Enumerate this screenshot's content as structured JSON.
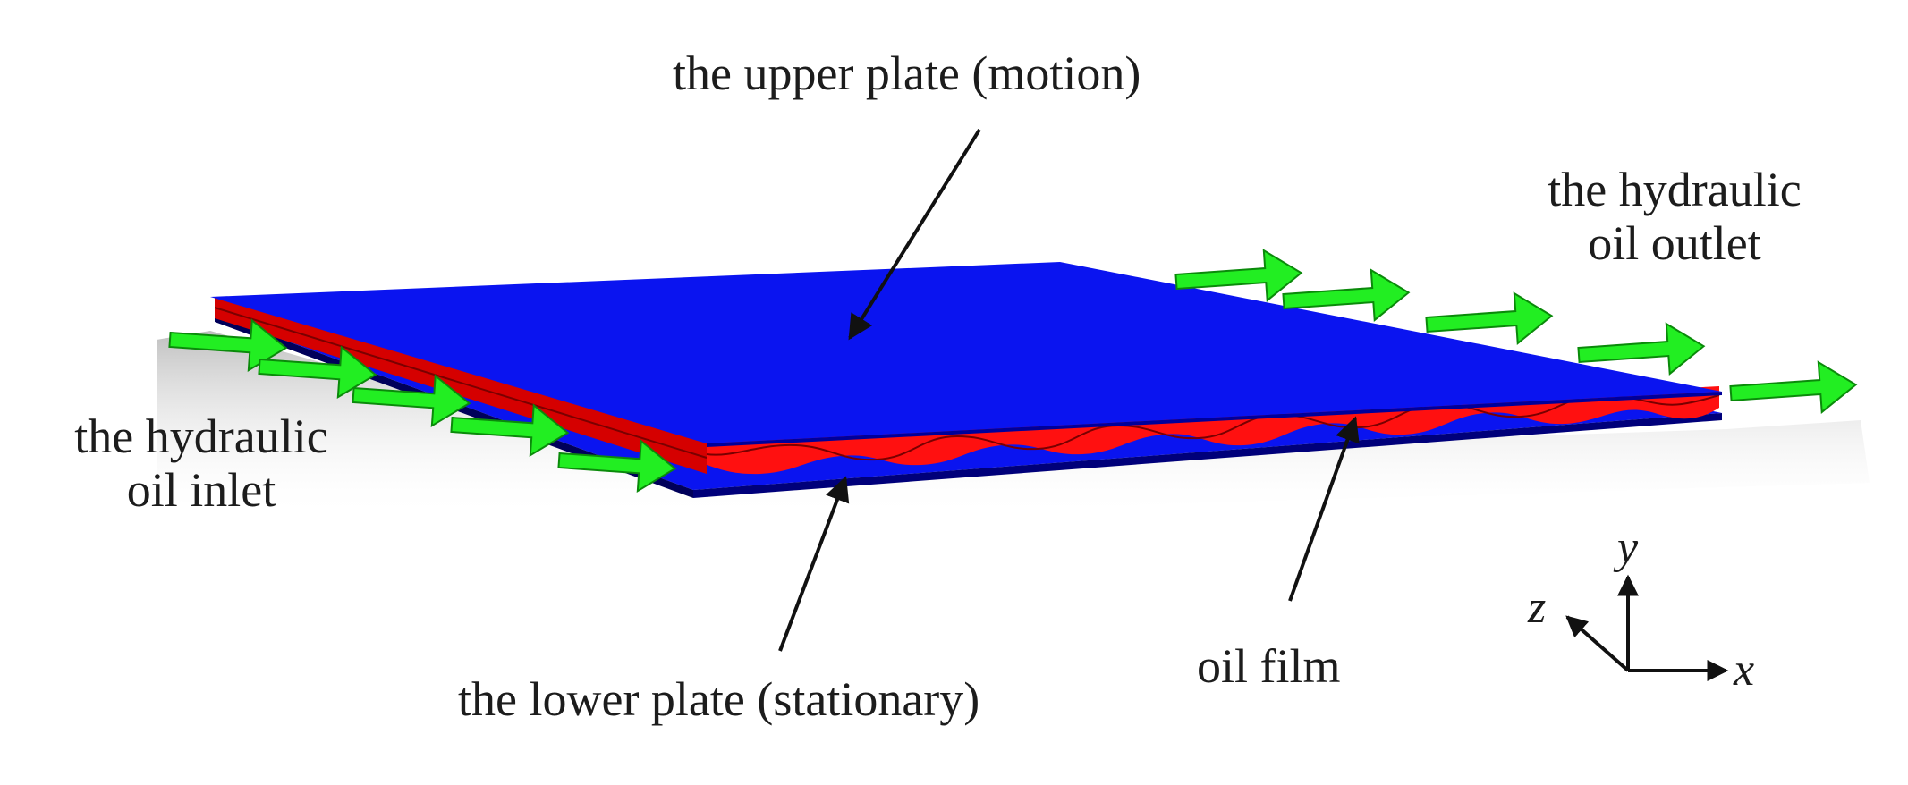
{
  "labels": {
    "upper_plate": "the upper plate (motion)",
    "outlet_line1": "the hydraulic",
    "outlet_line2": "oil outlet",
    "inlet_line1": "the hydraulic",
    "inlet_line2": "oil inlet",
    "lower_plate": "the lower plate (stationary)",
    "oil_film": "oil film"
  },
  "axes": {
    "x": "x",
    "y": "y",
    "z": "z"
  },
  "colors": {
    "plate": "#0a14f0",
    "plate_edge": "#0000a0",
    "oil_film": "#ff1010",
    "oil_film_dark": "#a00000",
    "flow_arrow": "#22ee22",
    "flow_arrow_edge": "#0a8a0a",
    "annotation": "#111111"
  },
  "icons": {
    "flow_arrows": "right-arrow-icon",
    "leader_arrows": "pointer-arrow-icon"
  }
}
